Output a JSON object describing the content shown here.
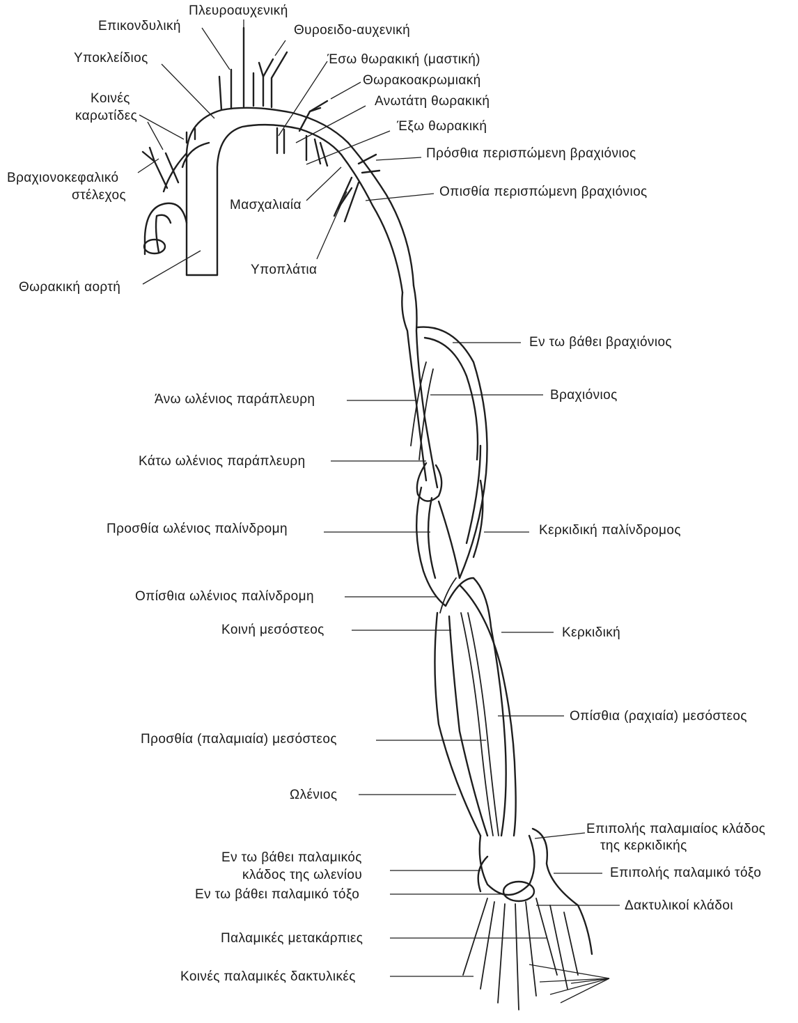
{
  "labels": {
    "pleuroauxeniki": "Πλευροαυχενική",
    "epikondyliki": "Επικονδυλική",
    "thyroeido": "Θυροειδο-αυχενική",
    "ypokleidios": "Υποκλείδιος",
    "eso_thorakiki": "Έσω θωρακική (μαστική)",
    "thorakoakromiaki": "Θωρακοακρωμιακή",
    "koines_karotides_1": "Κοινές",
    "koines_karotides_2": "καρωτίδες",
    "anotati_thorakiki": "Ανωτάτη θωρακική",
    "exo_thorakiki": "Έξω θωρακική",
    "brachiokefaliko_1": "Βραχιονοκεφαλικό",
    "brachiokefaliko_2": "στέλεχος",
    "prosthia_perispomeni": "Πρόσθια περισπώμενη βραχιόνιος",
    "masxalaia": "Μασχαλιαία",
    "opisthia_perispomeni": "Οπισθία περισπώμενη βραχιόνιος",
    "thorakiki_aorti": "Θωρακική αορτή",
    "ypoplatia": "Υποπλάτια",
    "en_to_vathei_vrachionios": "Εν τω βάθει βραχιόνιος",
    "ano_olenios": "Άνω ωλένιος παράπλευρη",
    "vrachionios": "Βραχιόνιος",
    "kato_olenios": "Κάτω ωλένιος παράπλευρη",
    "prosthia_olenios_palindromi": "Προσθία ωλένιος παλίνδρομη",
    "kerkidiki_palindromos": "Κερκιδική παλίνδρομος",
    "opisthia_olenios_palindromi": "Οπίσθια ωλένιος παλίνδρομη",
    "koini_mesosteos": "Κοινή μεσόστεος",
    "kerkidiki": "Κερκιδική",
    "opisthia_rachiaia": "Οπίσθια (ραχιαία) μεσόστεος",
    "prosthia_palamiaia": "Προσθία (παλαμιαία) μεσόστεος",
    "olenios": "Ωλένιος",
    "epipolis_klados_1": "Επιπολής παλαμιαίος κλάδος",
    "epipolis_klados_2": "της κερκιδικής",
    "vathys_klados_1": "Εν τω βάθει παλαμικός",
    "vathys_klados_2": "κλάδος της ωλενίου",
    "epipolis_toxo": "Επιπολής παλαμικό τόξο",
    "vathy_toxo": "Εν τω βάθει παλαμικό τόξο",
    "daktylikoi": "Δακτυλικοί κλάδοι",
    "metakarpies": "Παλαμικές μετακάρπιες",
    "koines_daktylikes": "Κοινές παλαμικές δακτυλικές"
  }
}
